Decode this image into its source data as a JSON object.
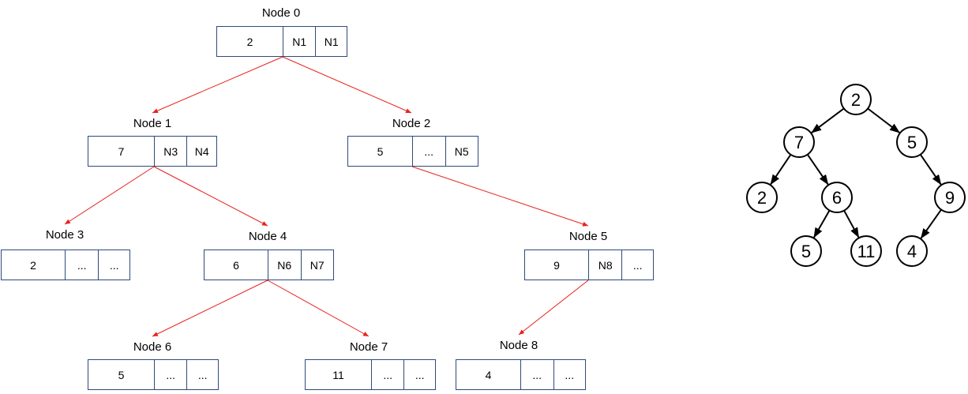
{
  "colors": {
    "edge": "#e8201c",
    "border": "#2f4a7a",
    "tree": "#000000"
  },
  "nodes": [
    {
      "label": "Node 0",
      "cells": [
        "2",
        "N1",
        "N1"
      ]
    },
    {
      "label": "Node 1",
      "cells": [
        "7",
        "N3",
        "N4"
      ]
    },
    {
      "label": "Node 2",
      "cells": [
        "5",
        "...",
        "N5"
      ]
    },
    {
      "label": "Node 3",
      "cells": [
        "2",
        "...",
        "..."
      ]
    },
    {
      "label": "Node 4",
      "cells": [
        "6",
        "N6",
        "N7"
      ]
    },
    {
      "label": "Node 5",
      "cells": [
        "9",
        "N8",
        "..."
      ]
    },
    {
      "label": "Node 6",
      "cells": [
        "5",
        "...",
        "..."
      ]
    },
    {
      "label": "Node 7",
      "cells": [
        "11",
        "...",
        "..."
      ]
    },
    {
      "label": "Node 8",
      "cells": [
        "4",
        "...",
        "..."
      ]
    }
  ],
  "array_edges": [
    [
      0,
      1
    ],
    [
      0,
      2
    ],
    [
      1,
      3
    ],
    [
      1,
      4
    ],
    [
      2,
      5
    ],
    [
      4,
      6
    ],
    [
      4,
      7
    ],
    [
      5,
      8
    ]
  ],
  "tree": {
    "nodes": [
      "2",
      "7",
      "5",
      "2",
      "6",
      "9",
      "5",
      "11",
      "4"
    ],
    "edges": [
      [
        0,
        1
      ],
      [
        0,
        2
      ],
      [
        1,
        3
      ],
      [
        1,
        4
      ],
      [
        2,
        5
      ],
      [
        4,
        6
      ],
      [
        4,
        7
      ],
      [
        5,
        8
      ]
    ]
  }
}
